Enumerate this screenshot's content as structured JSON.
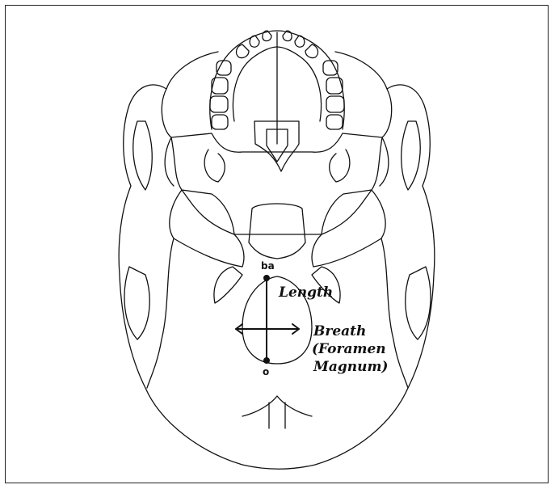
{
  "diagram": {
    "landmarks": {
      "basion": "ba",
      "opisthion": "o"
    },
    "measurements": {
      "length": "Length",
      "breadth": "Breath",
      "structure_line1": "(Foramen",
      "structure_line2": "Magnum)"
    },
    "line_color": "#111111",
    "background_color": "#ffffff"
  }
}
